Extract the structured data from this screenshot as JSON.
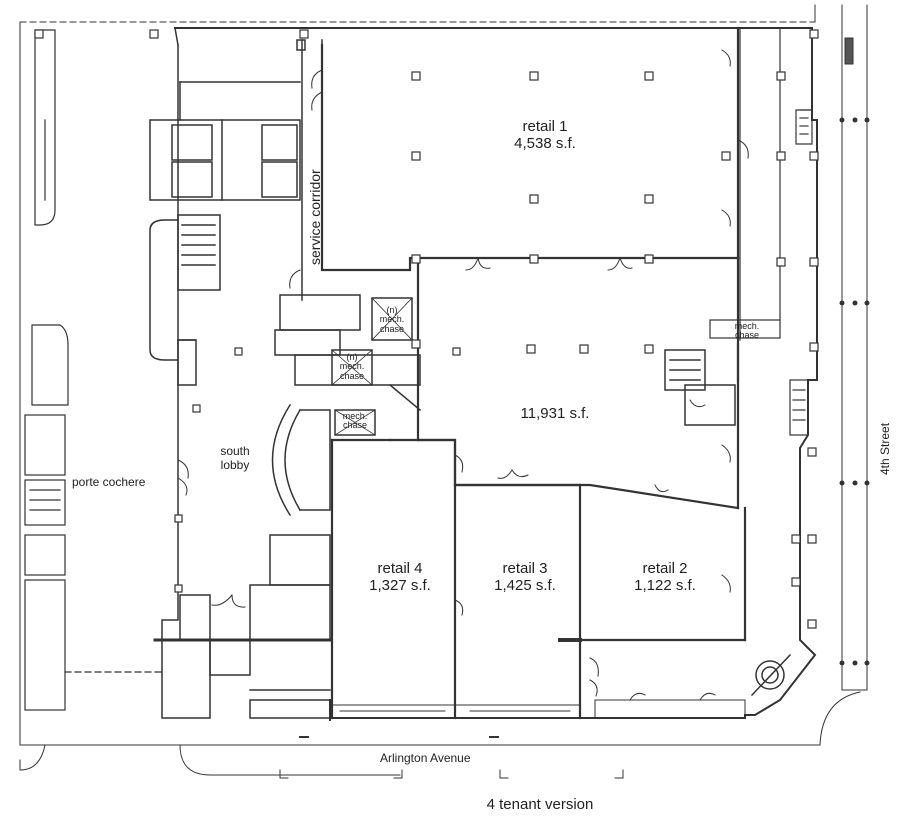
{
  "rooms": {
    "retail1": {
      "name": "retail 1",
      "area": "4,538 s.f."
    },
    "main_space": {
      "area": "11,931 s.f."
    },
    "retail4": {
      "name": "retail 4",
      "area": "1,327 s.f."
    },
    "retail3": {
      "name": "retail 3",
      "area": "1,425 s.f."
    },
    "retail2": {
      "name": "retail 2",
      "area": "1,122 s.f."
    }
  },
  "labels": {
    "service_corridor": "service corridor",
    "south_lobby_line1": "south",
    "south_lobby_line2": "lobby",
    "porte_cochere": "porte cochere",
    "street_east": "4th Street",
    "street_south": "Arlington Avenue",
    "chase_n_1_a": "(n)",
    "chase_n_1_b": "mech.",
    "chase_n_1_c": "chase",
    "chase_n_2_a": "(n)",
    "chase_n_2_b": "mech.",
    "chase_n_2_c": "chase",
    "chase_3_a": "mech.",
    "chase_3_b": "chase",
    "chase_4_a": "mech.",
    "chase_4_b": "chase"
  },
  "caption": "4 tenant version"
}
